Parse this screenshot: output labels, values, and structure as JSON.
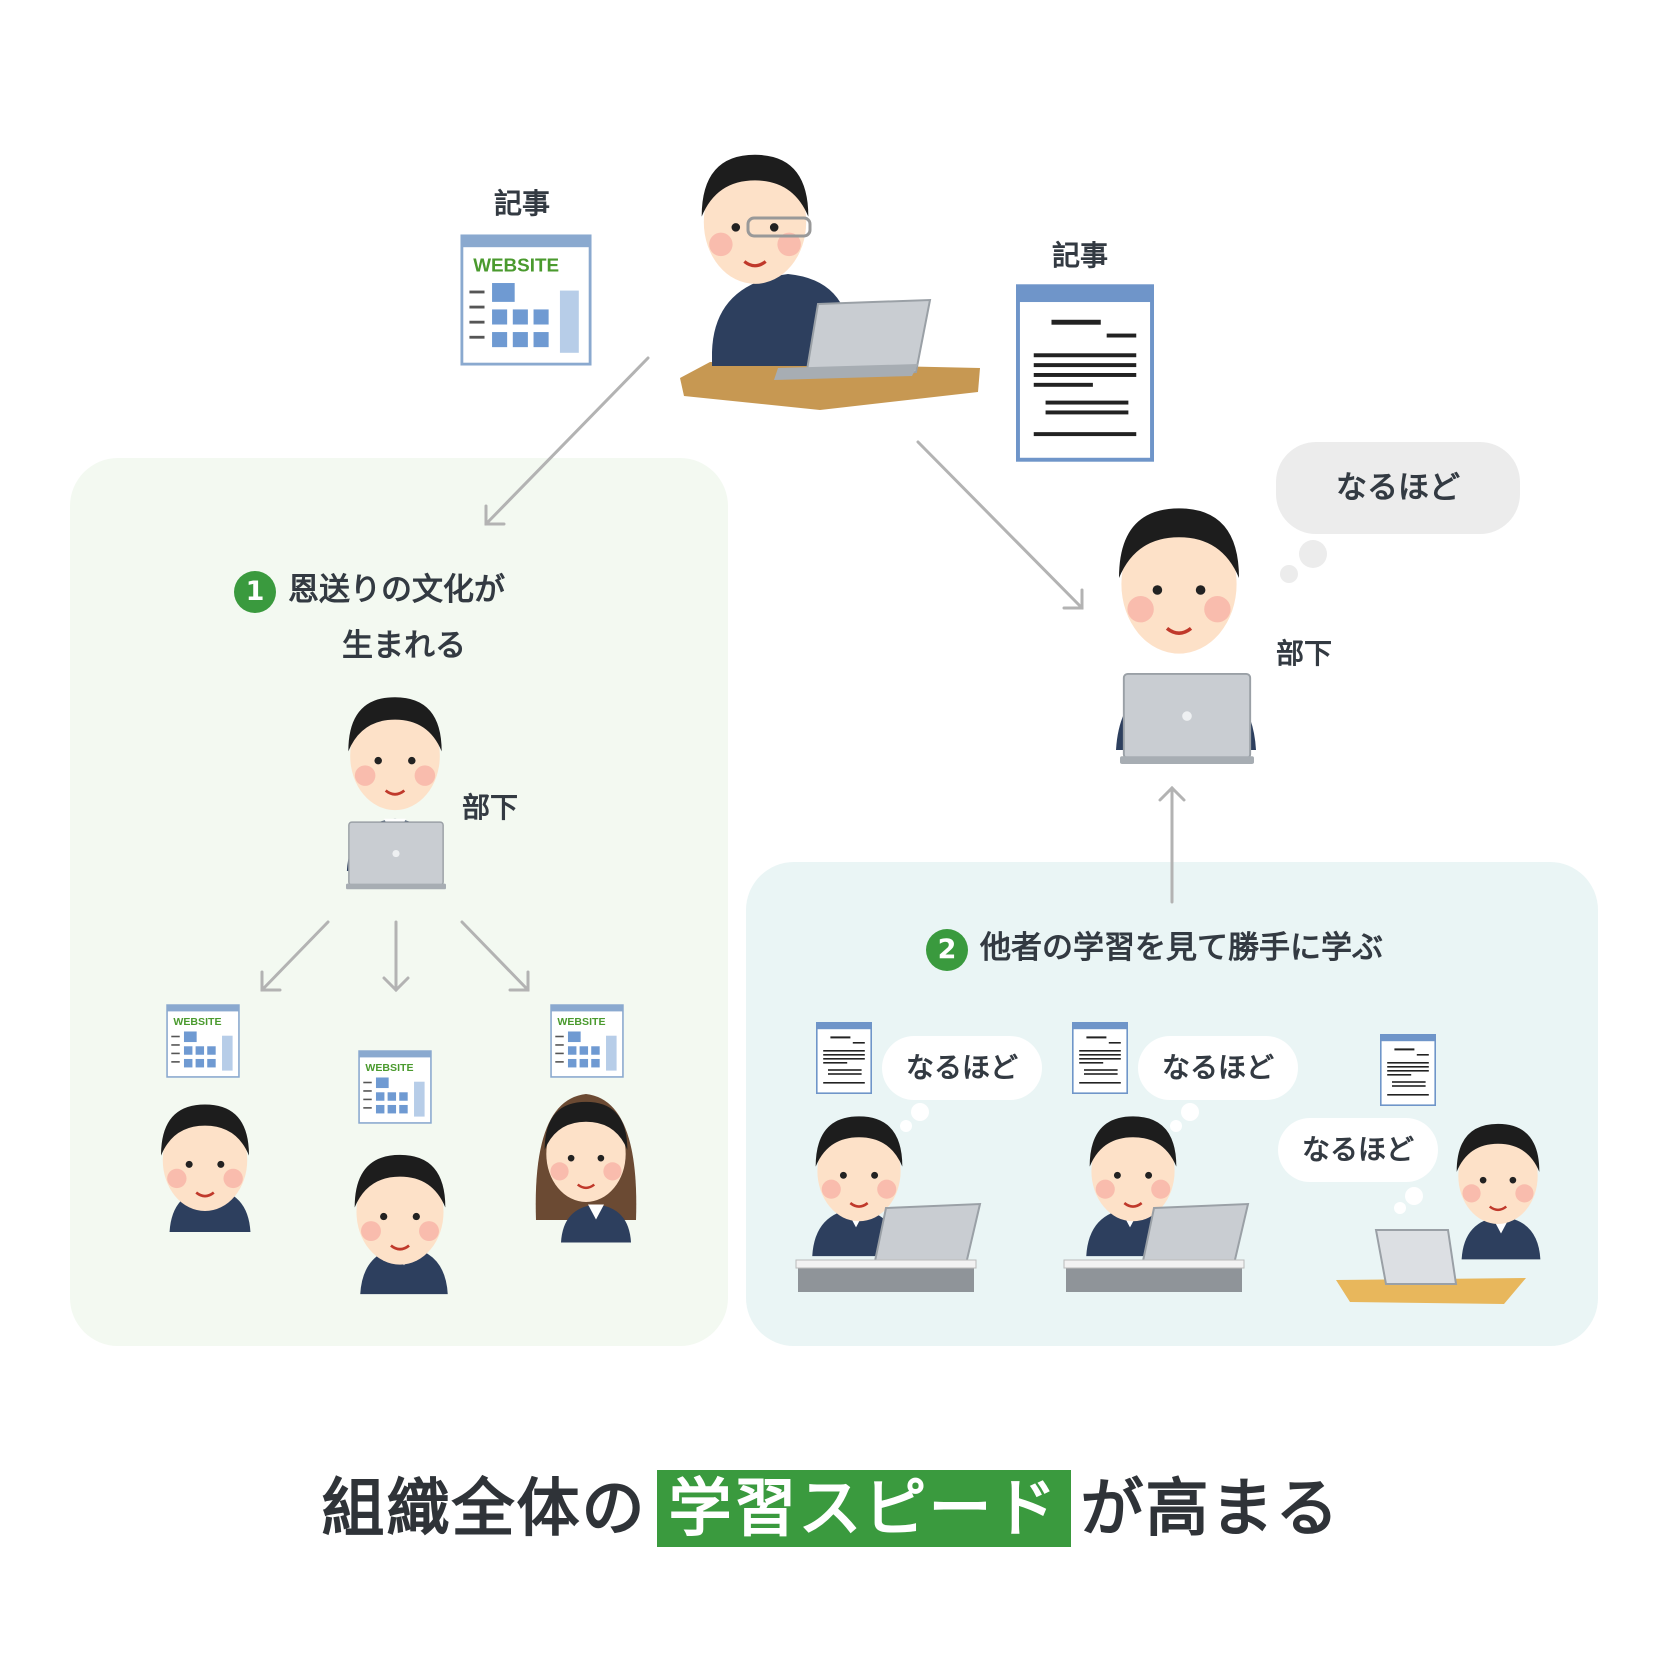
{
  "top": {
    "article_left_label": "記事",
    "article_right_label": "記事"
  },
  "subordinate": {
    "label": "部下",
    "bubble": "なるほど"
  },
  "section1": {
    "number": "1",
    "title_line1": "恩送りの文化が",
    "title_line2": "生まれる",
    "subordinate_label": "部下"
  },
  "section2": {
    "number": "2",
    "title": "他者の学習を見て勝手に学ぶ",
    "bubbles": [
      "なるほど",
      "なるほど",
      "なるほど"
    ]
  },
  "conclusion": {
    "before": "組織全体の",
    "highlight": "学習スピード",
    "after": "が高まる"
  },
  "icons": {
    "website_doc": "WEBSITE"
  },
  "colors": {
    "accent_green": "#3a9a3e",
    "panel1_bg": "#f3f9f1",
    "panel2_bg": "#eaf5f5",
    "bubble_bg": "#ececec",
    "arrow": "#b3b3b3"
  }
}
